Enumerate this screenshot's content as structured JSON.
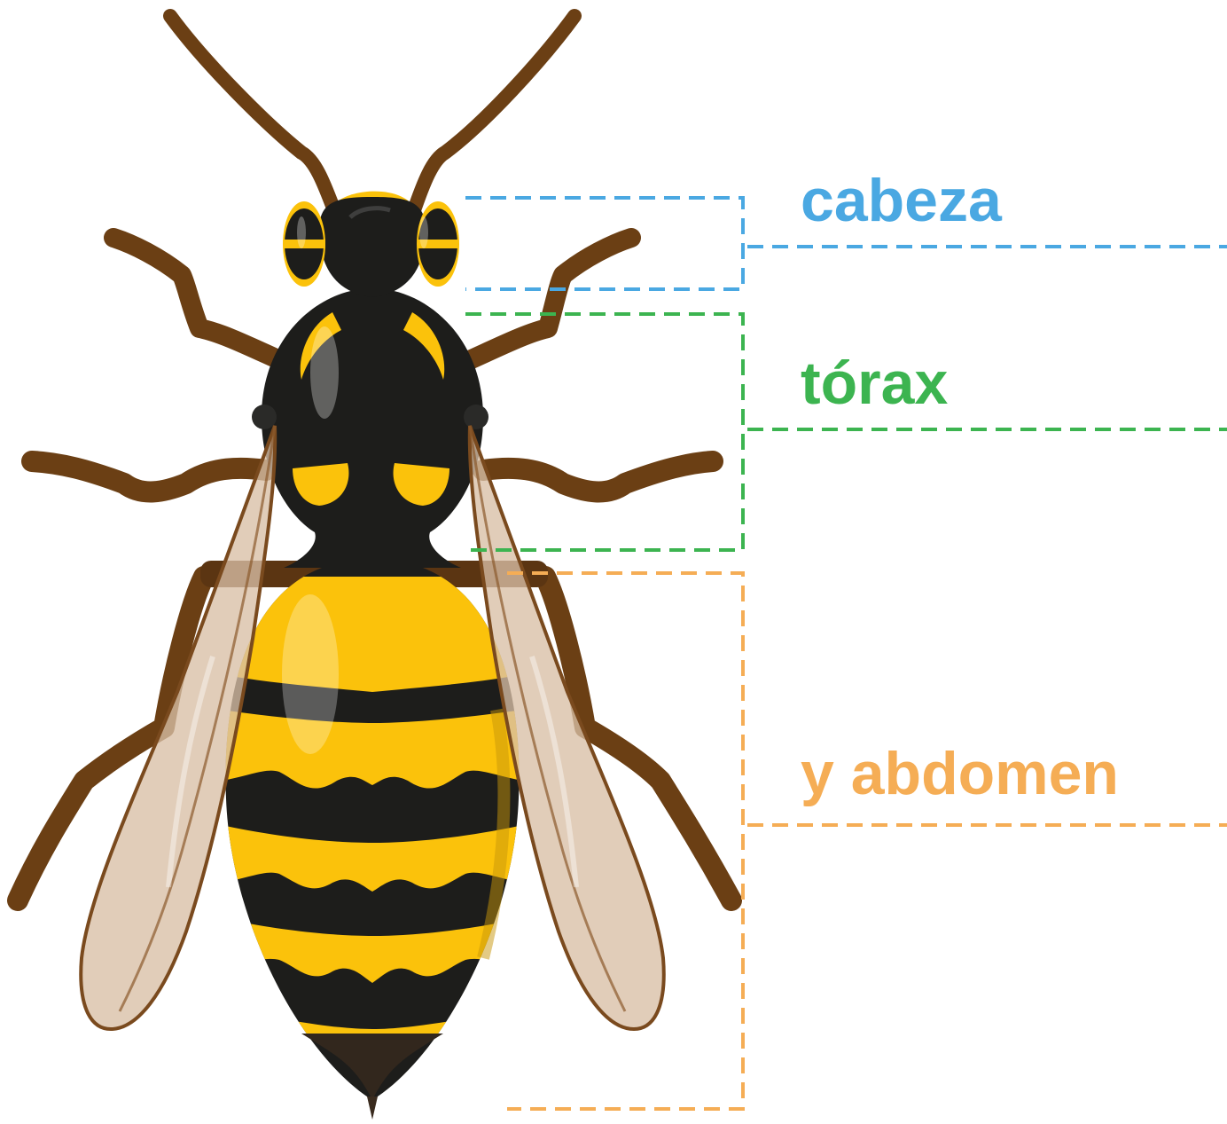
{
  "labels": {
    "head": "cabeza",
    "thorax": "tórax",
    "abdomen": "y abdomen"
  },
  "colors": {
    "head": "#4aa8e2",
    "thorax": "#3cb450",
    "abdomen": "#f5ad55",
    "body_black": "#1d1d1b",
    "stripe_yellow": "#fbc20b",
    "leg_brown": "#6b3f14",
    "wing_fill": "#d8bfa5",
    "wing_edge": "#7a4a1e"
  }
}
